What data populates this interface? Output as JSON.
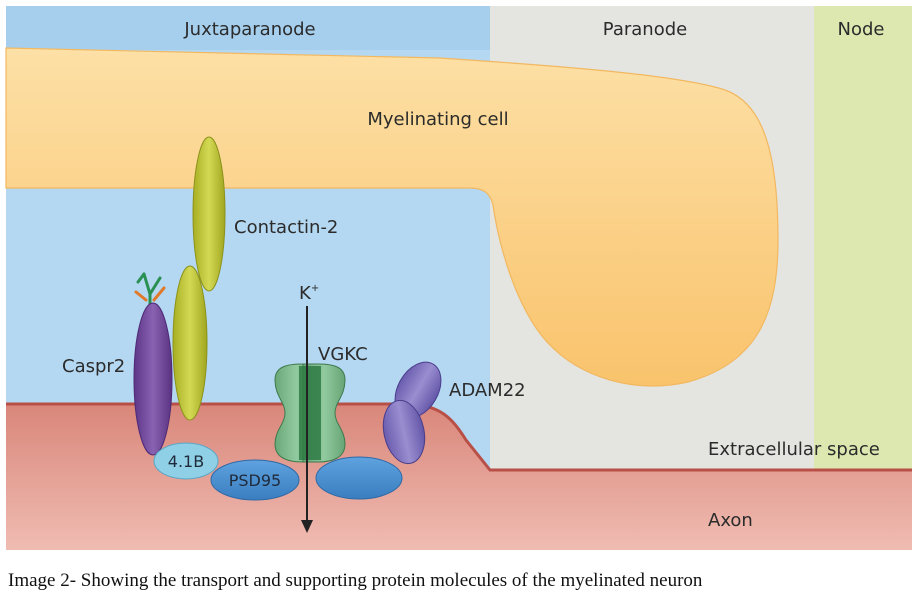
{
  "regions": {
    "juxtaparanode": "Juxtaparanode",
    "paranode": "Paranode",
    "node": "Node"
  },
  "labels": {
    "myelinating_cell": "Myelinating cell",
    "contactin2": "Contactin-2",
    "k_ion": "K",
    "k_ion_charge": "+",
    "vgkc": "VGKC",
    "caspr2": "Caspr2",
    "adam22": "ADAM22",
    "protein_41b": "4.1B",
    "psd95": "PSD95",
    "extracellular_space": "Extracellular space",
    "axon": "Axon"
  },
  "caption": "Image 2- Showing the transport and supporting protein molecules of the myelinated neuron",
  "colors": {
    "juxtaparanode_bg": "#b5d8f2",
    "paranode_bg": "#e4e4e0",
    "node_bg": "#dde8b0",
    "myelin": "#fcd18a",
    "axon": "#e39a8d",
    "axon_edge": "#b85048",
    "contactin": "#c2c83a",
    "caspr2": "#7a4fa0",
    "vgkc": "#7cba8a",
    "adam22": "#8577c2",
    "blue_protein": "#4a8fd0",
    "protein_41b": "#8fd0e6"
  }
}
